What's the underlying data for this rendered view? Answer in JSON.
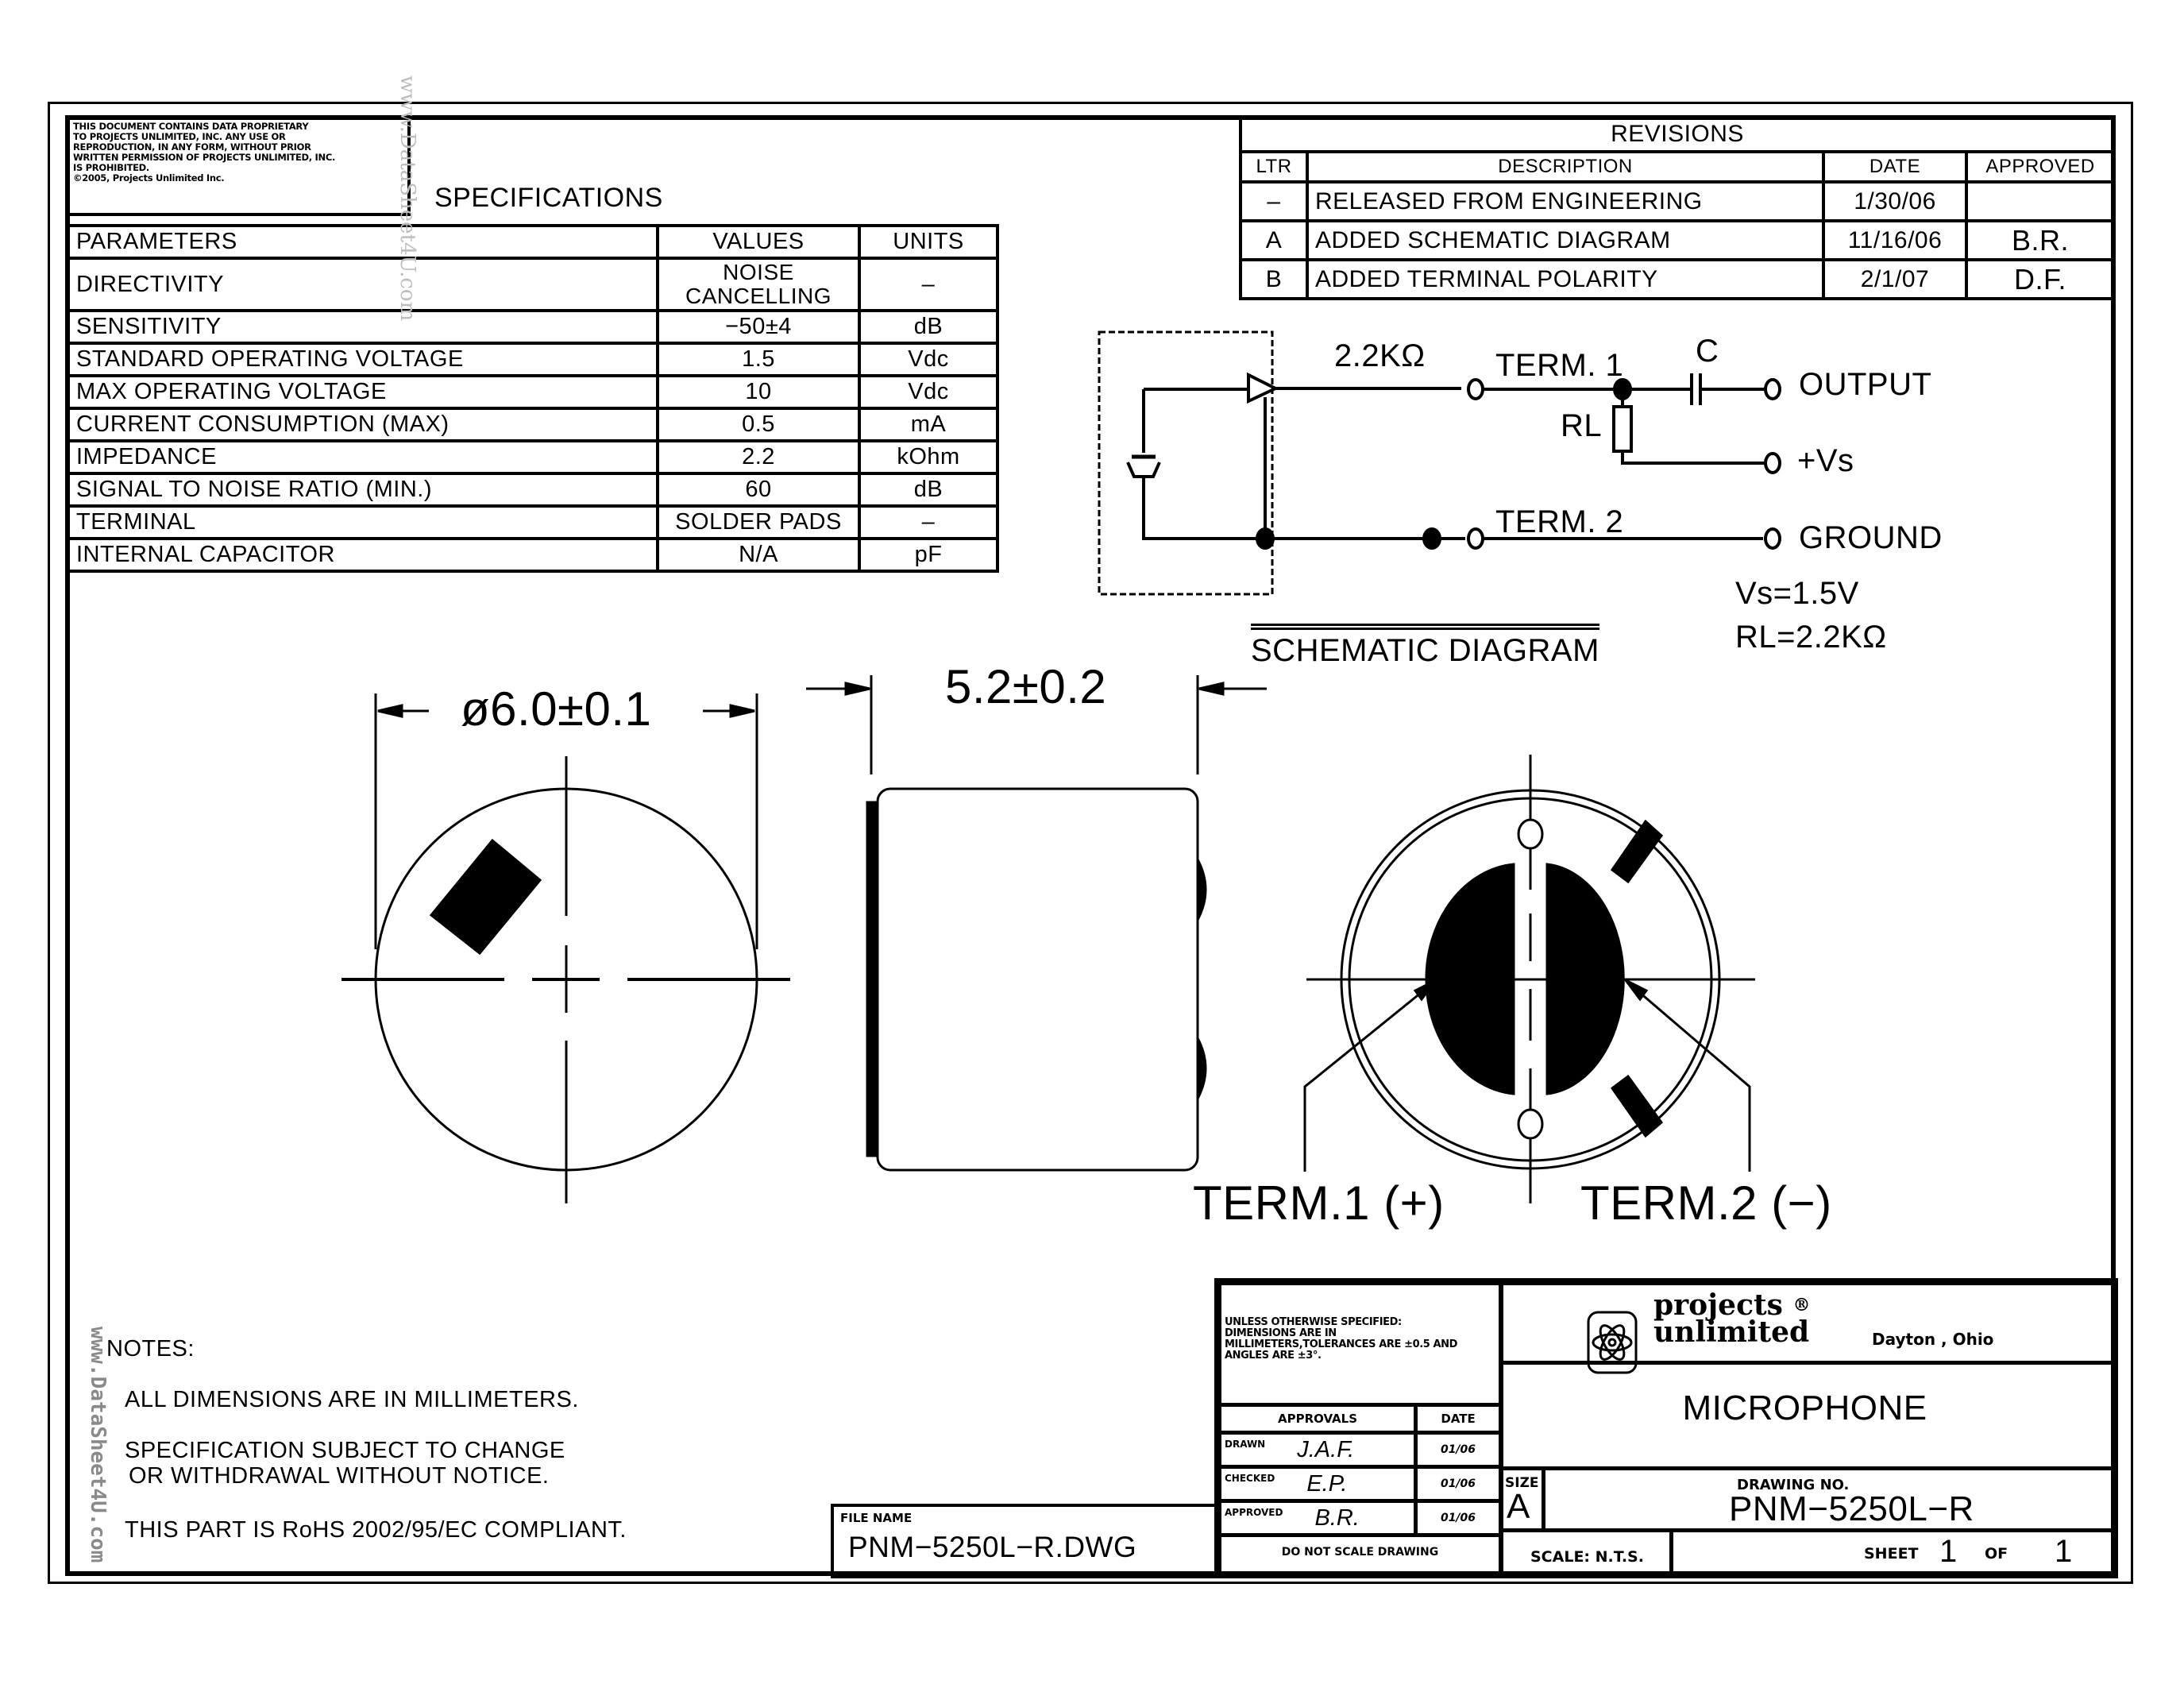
{
  "proprietary_notice": {
    "lines": [
      "THIS DOCUMENT CONTAINS DATA PROPRIETARY",
      "TO PROJECTS UNLIMITED, INC. ANY USE OR",
      "REPRODUCTION, IN ANY FORM, WITHOUT PRIOR",
      "WRITTEN PERMISSION OF PROJECTS UNLIMITED, INC.",
      "IS PROHIBITED.",
      "©2005, Projects Unlimited Inc."
    ]
  },
  "specifications": {
    "title": "SPECIFICATIONS",
    "headers": [
      "PARAMETERS",
      "VALUES",
      "UNITS"
    ],
    "rows": [
      {
        "parameter": "DIRECTIVITY",
        "value_line1": "NOISE",
        "value_line2": "CANCELLING",
        "unit": "–"
      },
      {
        "parameter": "SENSITIVITY",
        "value": "−50±4",
        "unit": "dB"
      },
      {
        "parameter": "STANDARD OPERATING VOLTAGE",
        "value": "1.5",
        "unit": "Vdc"
      },
      {
        "parameter": "MAX OPERATING VOLTAGE",
        "value": "10",
        "unit": "Vdc"
      },
      {
        "parameter": "CURRENT CONSUMPTION (MAX)",
        "value": "0.5",
        "unit": "mA"
      },
      {
        "parameter": "IMPEDANCE",
        "value": "2.2",
        "unit": "kOhm"
      },
      {
        "parameter": "SIGNAL TO NOISE RATIO (MIN.)",
        "value": "60",
        "unit": "dB"
      },
      {
        "parameter": "TERMINAL",
        "value": "SOLDER PADS",
        "unit": "–"
      },
      {
        "parameter": "INTERNAL CAPACITOR",
        "value": "N/A",
        "unit": "pF"
      }
    ]
  },
  "revisions": {
    "title": "REVISIONS",
    "headers": [
      "LTR",
      "DESCRIPTION",
      "DATE",
      "APPROVED"
    ],
    "rows": [
      {
        "ltr": "–",
        "description": "RELEASED FROM ENGINEERING",
        "date": "1/30/06",
        "approved": ""
      },
      {
        "ltr": "A",
        "description": "ADDED SCHEMATIC DIAGRAM",
        "date": "11/16/06",
        "approved": "B.R."
      },
      {
        "ltr": "B",
        "description": "ADDED TERMINAL POLARITY",
        "date": "2/1/07",
        "approved": "D.F."
      }
    ]
  },
  "schematic": {
    "title": "SCHEMATIC DIAGRAM",
    "internal_resistance": "2.2KΩ",
    "term1": "TERM. 1",
    "term2": "TERM. 2",
    "capacitor": "C",
    "load_resistor": "RL",
    "output": "OUTPUT",
    "supply": "+Vs",
    "ground": "GROUND",
    "vs_note": "Vs=1.5V",
    "rl_note": "RL=2.2KΩ"
  },
  "dimensions": {
    "diameter": "ø6.0±0.1",
    "height": "5.2±0.2"
  },
  "bottom_view": {
    "term1_label": "TERM.1 (+)",
    "term2_label": "TERM.2 (−)"
  },
  "notes": {
    "heading": "NOTES:",
    "items": [
      "ALL DIMENSIONS ARE IN MILLIMETERS.",
      "SPECIFICATION SUBJECT TO CHANGE",
      "OR WITHDRAWAL WITHOUT NOTICE.",
      "THIS PART IS RoHS 2002/95/EC COMPLIANT."
    ]
  },
  "file_name": {
    "label": "FILE NAME",
    "value": "PNM−5250L−R.DWG"
  },
  "title_block": {
    "tolerance_note": [
      "UNLESS OTHERWISE SPECIFIED:",
      "DIMENSIONS ARE IN",
      "MILLIMETERS,TOLERANCES ARE ±0.5 AND",
      "ANGLES ARE ±3°."
    ],
    "approvals_header": "APPROVALS",
    "date_header": "DATE",
    "approvals": [
      {
        "role": "DRAWN",
        "name": "J.A.F.",
        "date": "01/06"
      },
      {
        "role": "CHECKED",
        "name": "E.P.",
        "date": "01/06"
      },
      {
        "role": "APPROVED",
        "name": "B.R.",
        "date": "01/06"
      }
    ],
    "do_not_scale": "DO NOT SCALE DRAWING",
    "company_line1": "projects",
    "company_reg": "®",
    "company_line2": "unlimited",
    "location": "Dayton , Ohio",
    "part_title": "MICROPHONE",
    "size_label": "SIZE",
    "size_value": "A",
    "drawing_no_label": "DRAWING NO.",
    "drawing_no": "PNM−5250L−R",
    "scale": "SCALE: N.T.S.",
    "sheet_label": "SHEET",
    "sheet_num": "1",
    "of_label": "OF",
    "sheet_total": "1"
  },
  "watermark": "www.DataSheet4U.com"
}
